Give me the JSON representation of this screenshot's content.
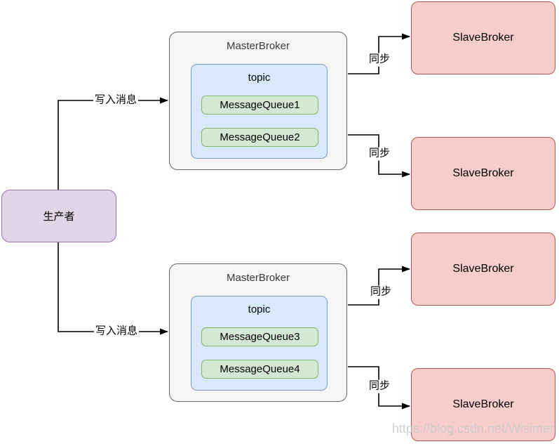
{
  "diagram": {
    "producer": {
      "label": "生产者"
    },
    "master_brokers": [
      {
        "title": "MasterBroker",
        "topic": {
          "title": "topic",
          "queues": [
            "MessageQueue1",
            "MessageQueue2"
          ]
        }
      },
      {
        "title": "MasterBroker",
        "topic": {
          "title": "topic",
          "queues": [
            "MessageQueue3",
            "MessageQueue4"
          ]
        }
      }
    ],
    "slave_brokers": [
      {
        "label": "SlaveBroker"
      },
      {
        "label": "SlaveBroker"
      },
      {
        "label": "SlaveBroker"
      },
      {
        "label": "SlaveBroker"
      }
    ],
    "edges": [
      {
        "from": "producer",
        "to": "master-broker-1",
        "label": "写入消息"
      },
      {
        "from": "producer",
        "to": "master-broker-2",
        "label": "写入消息"
      },
      {
        "from": "master-broker-1",
        "to": "slave-broker-1",
        "label": "同步"
      },
      {
        "from": "master-broker-1",
        "to": "slave-broker-2",
        "label": "同步"
      },
      {
        "from": "master-broker-2",
        "to": "slave-broker-3",
        "label": "同步"
      },
      {
        "from": "master-broker-2",
        "to": "slave-broker-4",
        "label": "同步"
      }
    ],
    "watermark": "https://blog.csdn.net/Wisimer",
    "colors": {
      "producer_fill": "#e1d5e7",
      "producer_border": "#9673a6",
      "master_fill": "#f5f5f5",
      "master_border": "#666666",
      "topic_fill": "#dae8fc",
      "topic_border": "#6c8ebf",
      "queue_fill": "#d5e8d4",
      "queue_border": "#82b366",
      "slave_fill": "#f8cecc",
      "slave_border": "#b85450",
      "edge_stroke": "#000000"
    }
  }
}
